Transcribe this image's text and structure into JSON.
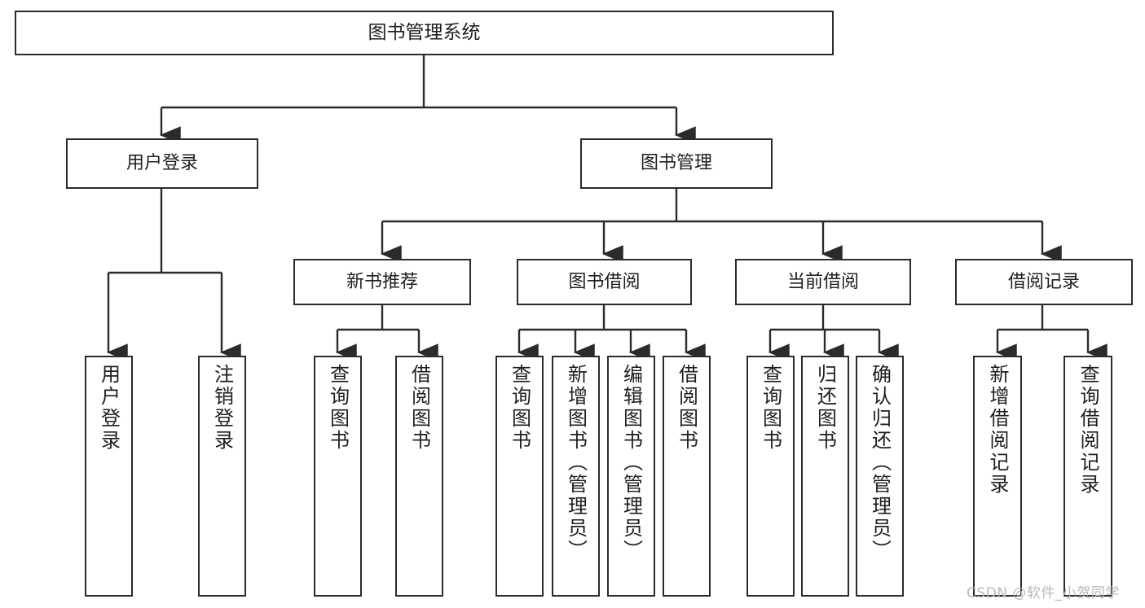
{
  "diagram": {
    "title": "图书管理系统",
    "type": "hierarchy-tree",
    "watermark": "CSDN @软件_小贺同学",
    "colors": {
      "background": "#ffffff",
      "box_border": "#2b2b2b",
      "box_fill": "#ffffff",
      "connector": "#2b2b2b",
      "text": "#1f1f1f",
      "watermark": "#b8b8b8"
    },
    "levels": {
      "root": {
        "id": "root",
        "label": "图书管理系统"
      },
      "level2": [
        {
          "id": "user-login",
          "label": "用户登录"
        },
        {
          "id": "book-management",
          "label": "图书管理"
        }
      ],
      "level3": [
        {
          "id": "new-book-recommend",
          "label": "新书推荐",
          "parent": "book-management"
        },
        {
          "id": "book-borrow",
          "label": "图书借阅",
          "parent": "book-management"
        },
        {
          "id": "current-borrow",
          "label": "当前借阅",
          "parent": "book-management"
        },
        {
          "id": "borrow-record",
          "label": "借阅记录",
          "parent": "book-management"
        }
      ],
      "leaves": [
        {
          "id": "leaf-user-login",
          "label": "用户登录",
          "parent": "user-login"
        },
        {
          "id": "leaf-user-logout",
          "label": "注销登录",
          "parent": "user-login"
        },
        {
          "id": "leaf-query-book-1",
          "label": "查询图书",
          "parent": "new-book-recommend"
        },
        {
          "id": "leaf-borrow-book-1",
          "label": "借阅图书",
          "parent": "new-book-recommend"
        },
        {
          "id": "leaf-query-book-2",
          "label": "查询图书",
          "parent": "book-borrow"
        },
        {
          "id": "leaf-add-book",
          "label": "新增图书（管理员）",
          "parent": "book-borrow"
        },
        {
          "id": "leaf-edit-book",
          "label": "编辑图书（管理员）",
          "parent": "book-borrow"
        },
        {
          "id": "leaf-borrow-book-2",
          "label": "借阅图书",
          "parent": "book-borrow"
        },
        {
          "id": "leaf-query-book-3",
          "label": "查询图书",
          "parent": "current-borrow"
        },
        {
          "id": "leaf-return-book",
          "label": "归还图书",
          "parent": "current-borrow"
        },
        {
          "id": "leaf-confirm-return",
          "label": "确认归还（管理员）",
          "parent": "current-borrow"
        },
        {
          "id": "leaf-add-record",
          "label": "新增借阅记录",
          "parent": "borrow-record"
        },
        {
          "id": "leaf-query-record",
          "label": "查询借阅记录",
          "parent": "borrow-record"
        }
      ]
    }
  }
}
